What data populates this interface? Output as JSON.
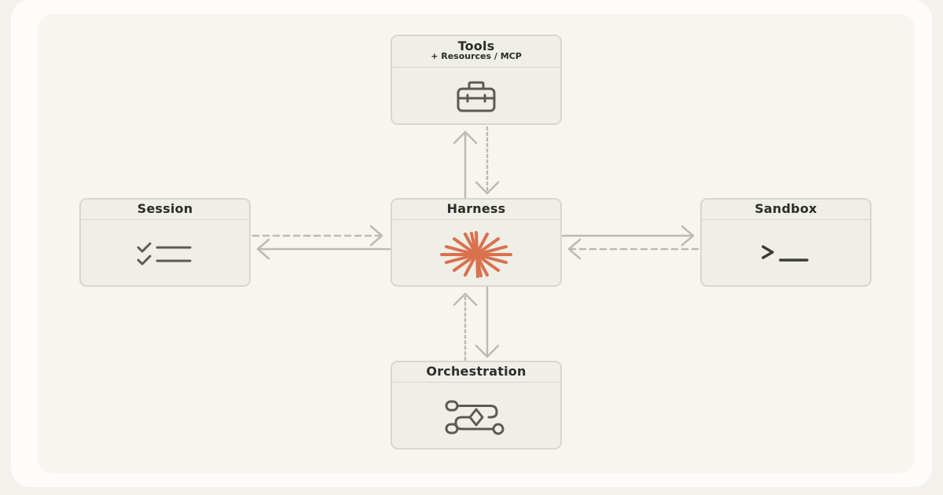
{
  "nodes": {
    "tools": {
      "title": "Tools",
      "subtitle": "+ Resources / MCP",
      "icon": "briefcase-icon"
    },
    "session": {
      "title": "Session",
      "icon": "checklist-icon"
    },
    "harness": {
      "title": "Harness",
      "icon": "asterisk-burst-icon"
    },
    "sandbox": {
      "title": "Sandbox",
      "icon": "terminal-prompt-icon"
    },
    "orchestration": {
      "title": "Orchestration",
      "icon": "workflow-icon"
    }
  },
  "colors": {
    "node_fill": "#efeee7",
    "node_border": "#d8d7cf",
    "text": "#2c2c2a",
    "icon": "#5b5a55",
    "accent": "#d9714e",
    "connector": "#bcbab2"
  }
}
